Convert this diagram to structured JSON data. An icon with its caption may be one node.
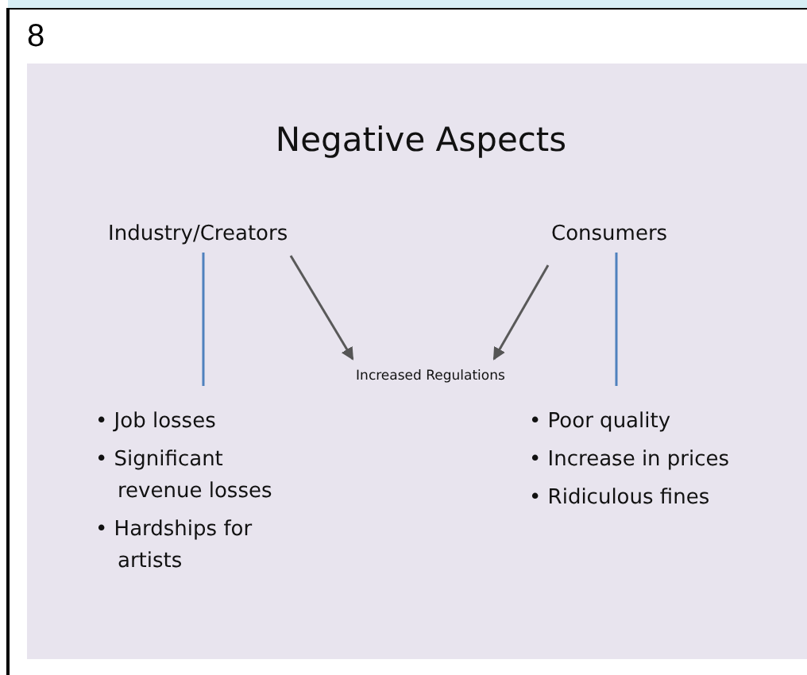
{
  "diagram": {
    "title": "Negative Aspects",
    "nodes": [
      {
        "text": [
          "Industry/Creators"
        ]
      },
      {
        "text": [
          "Consumers"
        ]
      },
      {
        "text": [
          "Increased Regulations"
        ]
      },
      {
        "text": [
          "• Job losses",
          "• Significant revenue losses",
          "• Hardships for artists"
        ]
      },
      {
        "text": [
          "• Poor quality",
          "• Increase in prices",
          "• Ridiculous fines"
        ]
      }
    ],
    "edges": [
      {
        "from": 0,
        "to": 3,
        "arrow": "none",
        "color": "#4f81bd"
      },
      {
        "from": 0,
        "to": 2,
        "arrow": "to",
        "color": "#595959"
      },
      {
        "from": 1,
        "to": 2,
        "arrow": "to",
        "color": "#595959"
      },
      {
        "from": 1,
        "to": 4,
        "arrow": "none",
        "color": "#4f81bd"
      }
    ],
    "labels": [
      "8"
    ]
  }
}
